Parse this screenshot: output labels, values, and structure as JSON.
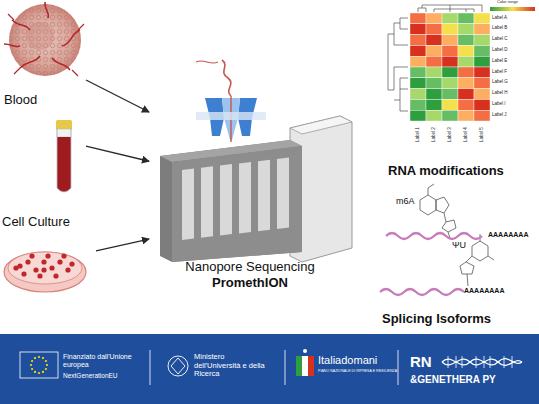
{
  "diagram": {
    "nodes": [
      {
        "text": [
          "Blood"
        ]
      },
      {
        "text": [
          "Cell Culture"
        ]
      },
      {
        "text": [
          "Nanopore Sequencing",
          "PromethION"
        ]
      }
    ],
    "edges": [
      {
        "from": 0,
        "to": 2,
        "arrow": "to"
      },
      {
        "from": 1,
        "to": 2,
        "arrow": "to"
      }
    ],
    "labels": [
      "Color range",
      "Label A",
      "Label B",
      "Label C",
      "Label D",
      "Label E",
      "Label F",
      "Label G",
      "Label H",
      "Label I",
      "Label J",
      "Label 1",
      "Label 2",
      "Label 3",
      "Label 4",
      "Label 5",
      "RNA modifications",
      "m6A",
      "ΨU",
      "AAAAAAAA",
      "AAAAAAAA",
      "Splicing Isoforms",
      "Finanziato dall'Unione europea",
      "NextGenerationEU",
      "Ministero dell'Università e della Ricerca",
      "Italiadomani",
      "PIANO NAZIONALE DI RIPRESA E RESILIENZA",
      "RN",
      "&GENETHERA PY"
    ]
  }
}
